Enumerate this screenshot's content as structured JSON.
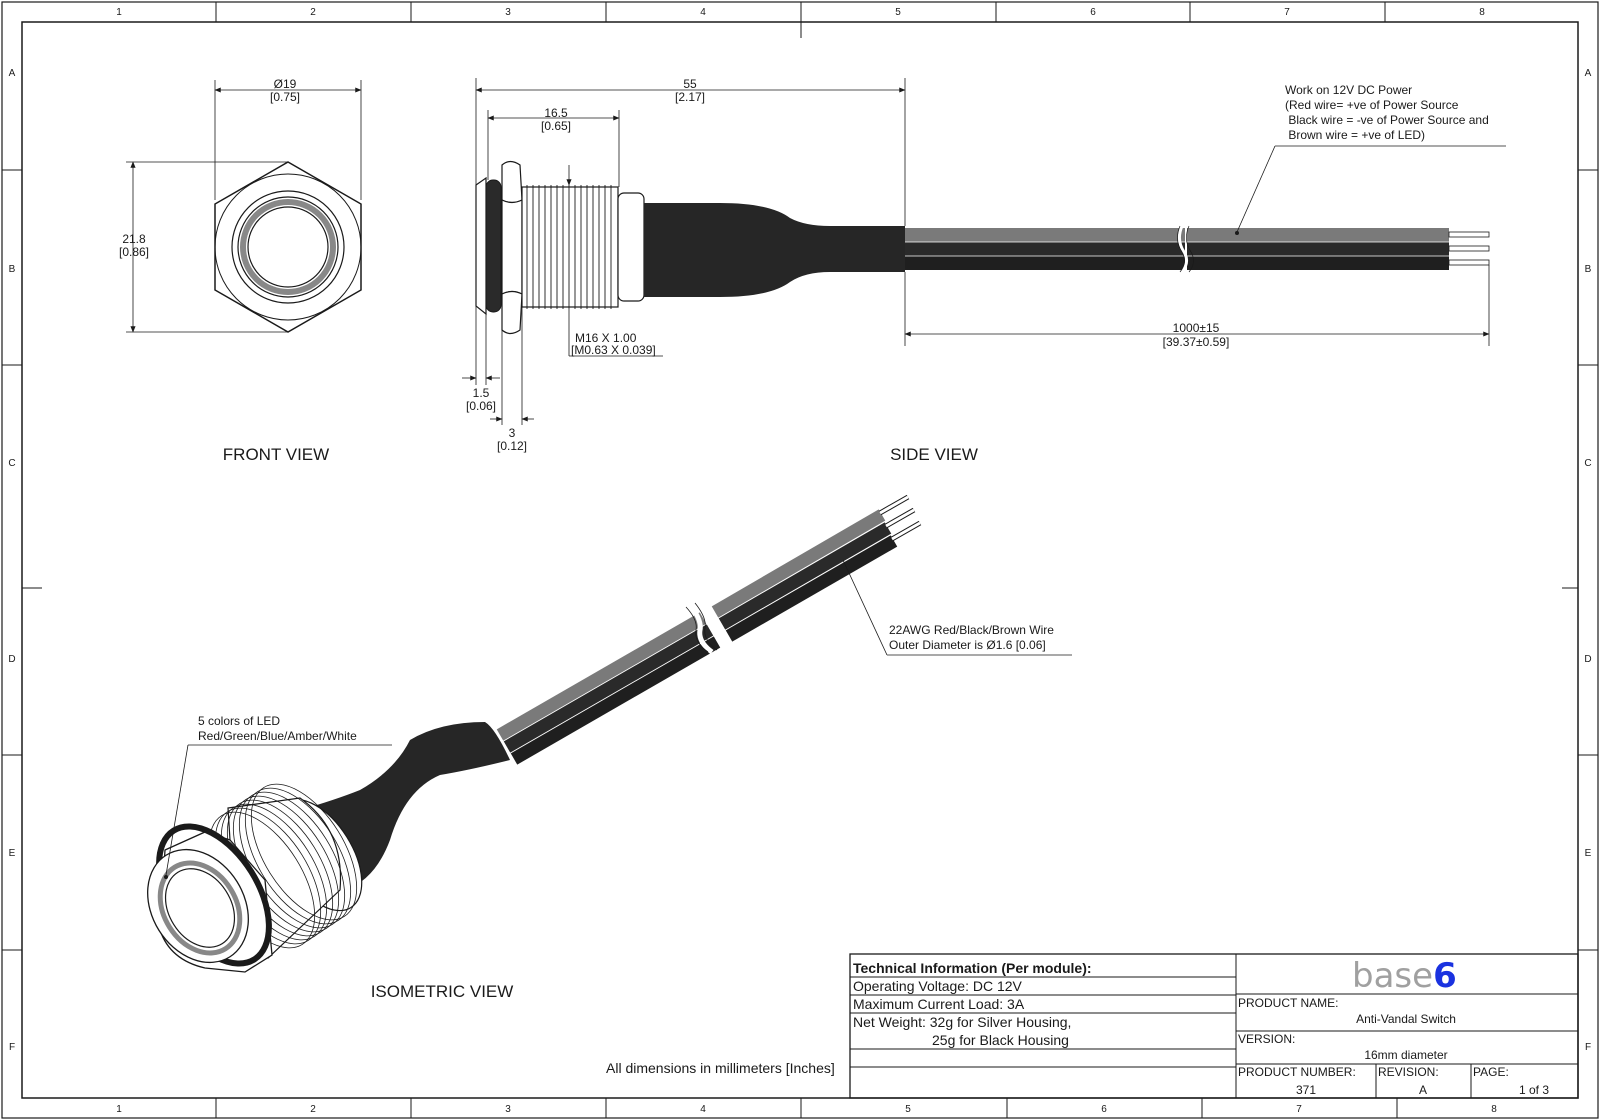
{
  "frame": {
    "columns_top": [
      "1",
      "2",
      "3",
      "4",
      "5",
      "6",
      "7",
      "8"
    ],
    "columns_bottom": [
      "1",
      "2",
      "3",
      "4",
      "5",
      "6",
      "7",
      "8"
    ],
    "rows": [
      "A",
      "B",
      "C",
      "D",
      "E",
      "F"
    ]
  },
  "front_view": {
    "title": "FRONT VIEW",
    "dim_width": "Ø19",
    "dim_width_in": "[0.75]",
    "dim_height": "21.8",
    "dim_height_in": "[0.86]"
  },
  "side_view": {
    "title": "SIDE VIEW",
    "dim_overall": "55",
    "dim_overall_in": "[2.17]",
    "dim_thread_len": "16.5",
    "dim_thread_len_in": "[0.65]",
    "thread_spec": "M16 X 1.00",
    "thread_spec_in": "[M0.63 X 0.039]",
    "dim_flange": "1.5",
    "dim_flange_in": "[0.06]",
    "dim_nut": "3",
    "dim_nut_in": "[0.12]",
    "dim_cable": "1000±15",
    "dim_cable_in": "[39.37±0.59]",
    "power_note": [
      "Work on 12V DC Power",
      "(Red wire= +ve of Power Source",
      " Black wire = -ve of Power Source and",
      " Brown wire = +ve of LED)"
    ]
  },
  "isometric_view": {
    "title": "ISOMETRIC VIEW",
    "led_note": [
      "5 colors of LED",
      "Red/Green/Blue/Amber/White"
    ],
    "wire_note": [
      "22AWG Red/Black/Brown Wire",
      "Outer Diameter is Ø1.6 [0.06]"
    ]
  },
  "units_note": "All dimensions in millimeters [Inches]",
  "title_block": {
    "tech_header": "Technical Information (Per module):",
    "tech_lines": [
      "Operating Voltage: DC 12V",
      "Maximum Current Load: 3A",
      "Net Weight: 32g for Silver Housing,",
      "25g for Black Housing"
    ],
    "logo_text": "base6",
    "product_name_label": "PRODUCT NAME:",
    "product_name_value": "Anti-Vandal Switch",
    "version_label": "VERSION:",
    "version_value": "16mm diameter",
    "product_number_label": "PRODUCT NUMBER:",
    "product_number_value": "371",
    "revision_label": "REVISION:",
    "revision_value": "A",
    "page_label": "PAGE:",
    "page_value": "1 of 3"
  },
  "colors": {
    "line": "#1a1a1a",
    "cable": "#262626",
    "wire_grey": "#7a7a7a",
    "logo_grey": "#a0a0a0",
    "logo_blue": "#1a32e0"
  }
}
